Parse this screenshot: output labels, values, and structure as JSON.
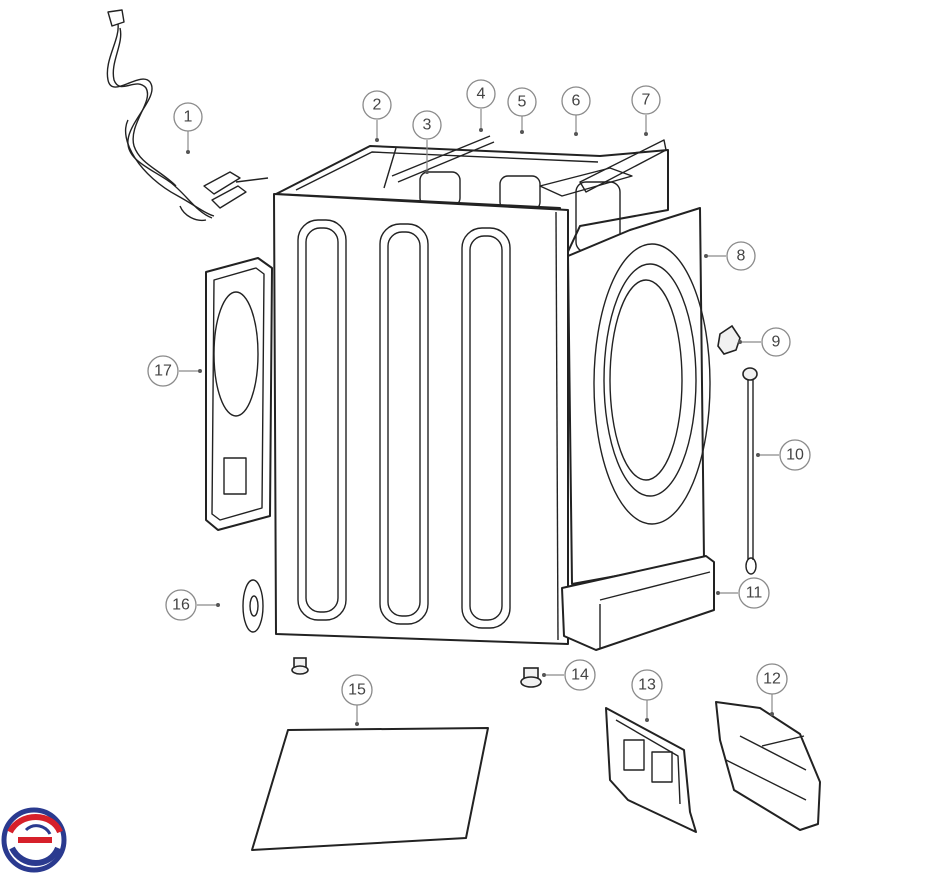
{
  "callouts": [
    {
      "label": "1"
    },
    {
      "label": "2"
    },
    {
      "label": "3"
    },
    {
      "label": "4"
    },
    {
      "label": "5"
    },
    {
      "label": "6"
    },
    {
      "label": "7"
    },
    {
      "label": "8"
    },
    {
      "label": "9"
    },
    {
      "label": "10"
    },
    {
      "label": "11"
    },
    {
      "label": "12"
    },
    {
      "label": "13"
    },
    {
      "label": "14"
    },
    {
      "label": "15"
    },
    {
      "label": "16"
    },
    {
      "label": "17"
    }
  ],
  "colors": {
    "line": "#222222",
    "callout_stroke": "#8a8a8a",
    "logo_red": "#d6202a",
    "logo_blue": "#2a3a8f"
  },
  "icons": {
    "logo": "brand-logo-icon"
  }
}
